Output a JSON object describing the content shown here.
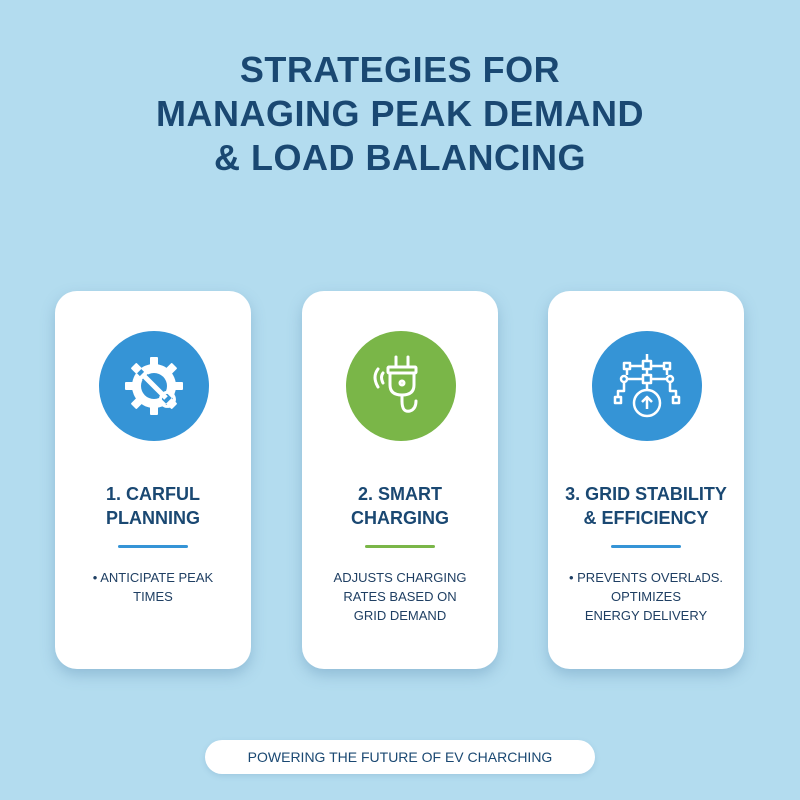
{
  "title": {
    "line1": "STRATEGIES FOR",
    "line2": "MANAGING PEAK DEMAND",
    "line3": "& LOAD BALANCING"
  },
  "colors": {
    "background": "#b3dcef",
    "title": "#1a4872",
    "blue_accent": "#3594d6",
    "green_accent": "#7ab648"
  },
  "cards": [
    {
      "icon": "gear-wrench-icon",
      "title_line1": "1. CARFUL",
      "title_line2": "PLANNING",
      "desc_line1": "• ANTICIPATE PEAK",
      "desc_line2": "TIMES",
      "desc_line3": ""
    },
    {
      "icon": "plug-icon",
      "title_line1": "2. SMART",
      "title_line2": "CHARGING",
      "desc_line1": "ADJUSTS CHARGING",
      "desc_line2": "RATES BASED ON",
      "desc_line3": "GRID DEMAND"
    },
    {
      "icon": "grid-network-icon",
      "title_line1": "3. GRID STABILITY",
      "title_line2": "& EFFICIENCY",
      "desc_line1": "• PREVENTS OVERLᴀDS.",
      "desc_line2": "OPTIMIZES",
      "desc_line3": "ENERGY DELIVERY"
    }
  ],
  "footer": {
    "text": "POWERING THE FUTURE OF EV CHARCHING"
  }
}
